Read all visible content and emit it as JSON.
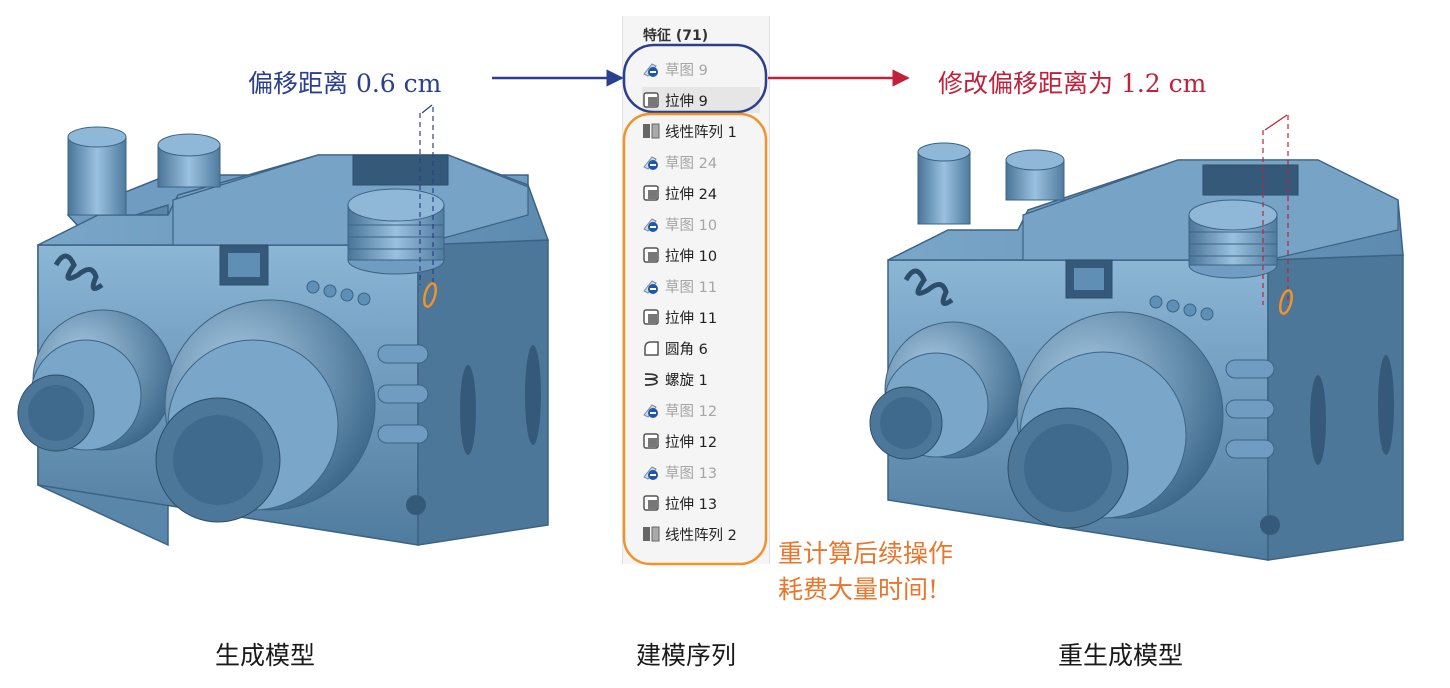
{
  "annotations": {
    "left_offset": "偏移距离 0.6 cm",
    "right_offset": "修改偏移距离为 1.2 cm",
    "note_line1": "重计算后续操作",
    "note_line2": "耗费大量时间!"
  },
  "captions": {
    "left": "生成模型",
    "center": "建模序列",
    "right": "重生成模型"
  },
  "feature_tree": {
    "header": "特征 (71)",
    "items": [
      {
        "label": "草图 9",
        "kind": "sketch"
      },
      {
        "label": "拉伸 9",
        "kind": "extrude"
      },
      {
        "label": "线性阵列 1",
        "kind": "pattern"
      },
      {
        "label": "草图 24",
        "kind": "sketch"
      },
      {
        "label": "拉伸 24",
        "kind": "extrude"
      },
      {
        "label": "草图 10",
        "kind": "sketch"
      },
      {
        "label": "拉伸 10",
        "kind": "extrude"
      },
      {
        "label": "草图 11",
        "kind": "sketch"
      },
      {
        "label": "拉伸 11",
        "kind": "extrude"
      },
      {
        "label": "圆角 6",
        "kind": "fillet"
      },
      {
        "label": "螺旋 1",
        "kind": "helix"
      },
      {
        "label": "草图 12",
        "kind": "sketch"
      },
      {
        "label": "拉伸 12",
        "kind": "extrude"
      },
      {
        "label": "草图 13",
        "kind": "sketch"
      },
      {
        "label": "拉伸 13",
        "kind": "extrude"
      },
      {
        "label": "线性阵列 2",
        "kind": "pattern"
      }
    ]
  },
  "colors": {
    "model_body": "#5f8fb4",
    "arrow_blue": "#2b3f8f",
    "arrow_red": "#c0213b",
    "highlight_orange": "#f0932b"
  }
}
